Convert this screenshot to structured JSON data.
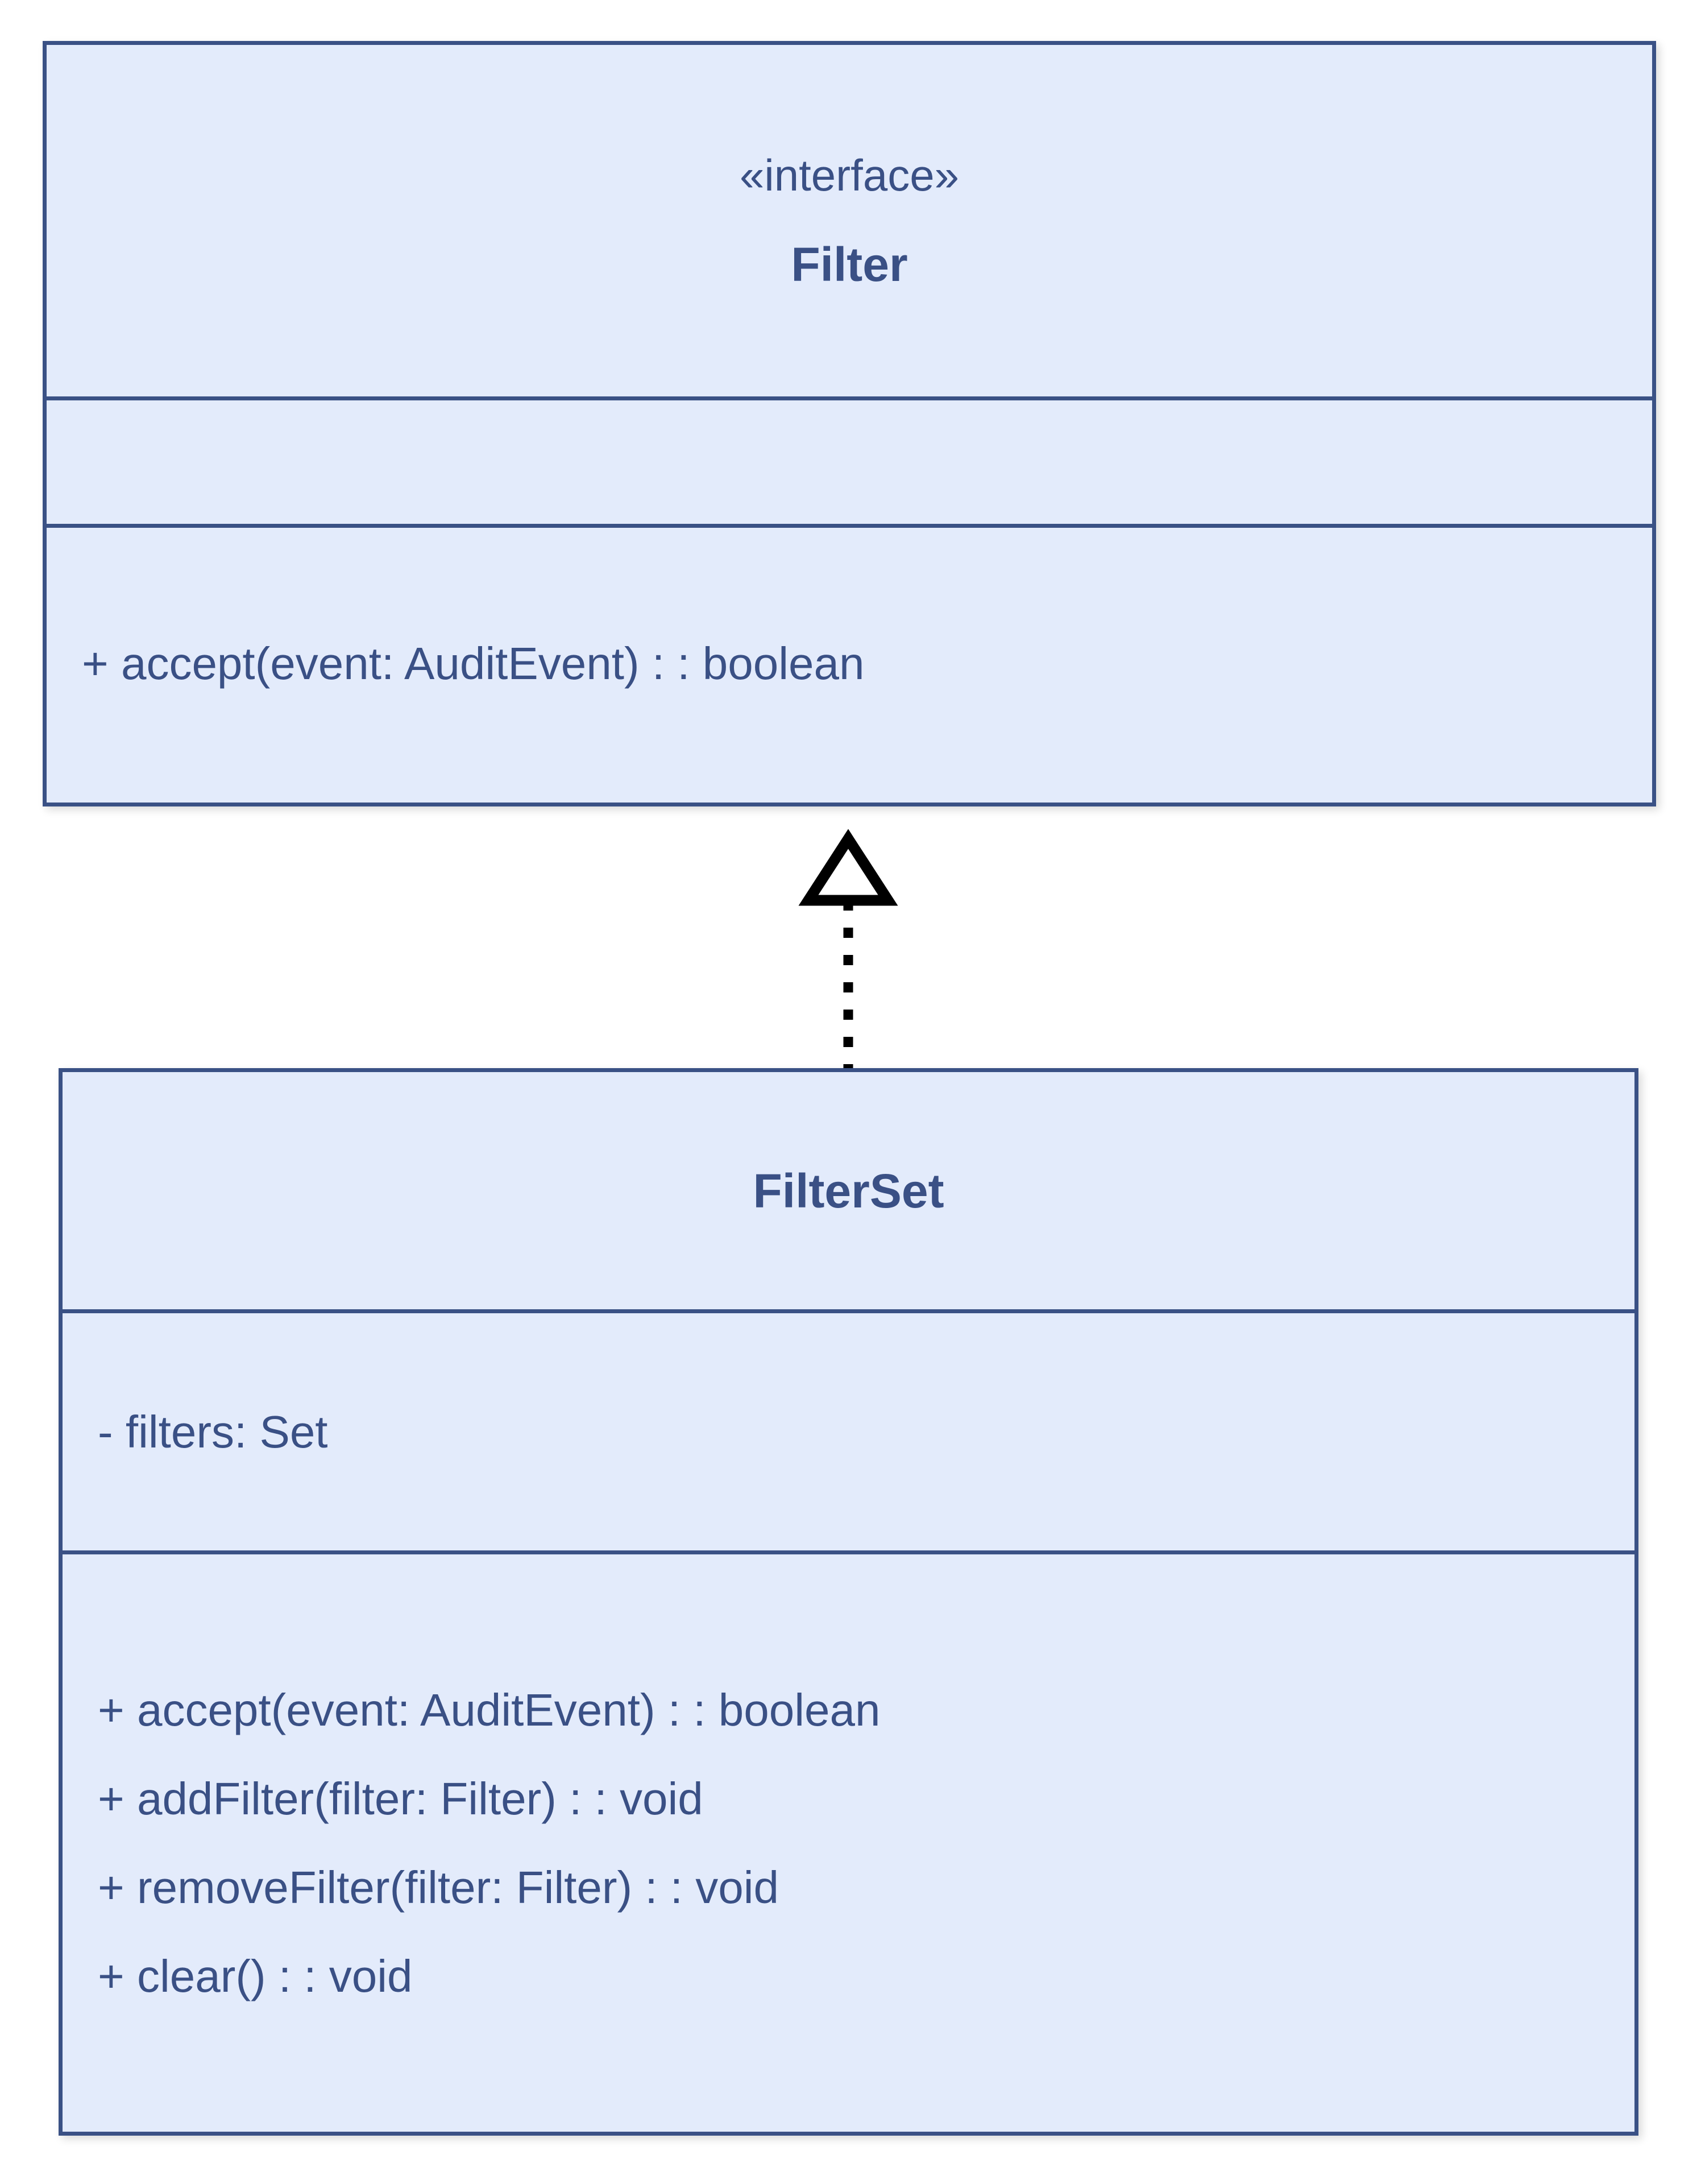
{
  "diagram": {
    "type": "uml-class-diagram",
    "background_color": "#ffffff",
    "box_fill_color": "#e3ebfb",
    "box_border_color": "#3a5185",
    "text_color": "#3a5085",
    "connector_color": "#000000"
  },
  "filter": {
    "stereotype": "«interface»",
    "name": "Filter",
    "attributes": [],
    "operations": [
      "+ accept(event: AuditEvent) : : boolean"
    ]
  },
  "filterset": {
    "stereotype": "",
    "name": "FilterSet",
    "attributes": [
      "- filters: Set"
    ],
    "operations": [
      "+ accept(event: AuditEvent) : : boolean",
      "+ addFilter(filter: Filter) : : void",
      "+ removeFilter(filter: Filter) : : void",
      "+ clear() : : void"
    ]
  },
  "relationship": {
    "kind": "realization",
    "from": "FilterSet",
    "to": "Filter",
    "line_style": "dotted",
    "arrow_head": "hollow-triangle"
  }
}
